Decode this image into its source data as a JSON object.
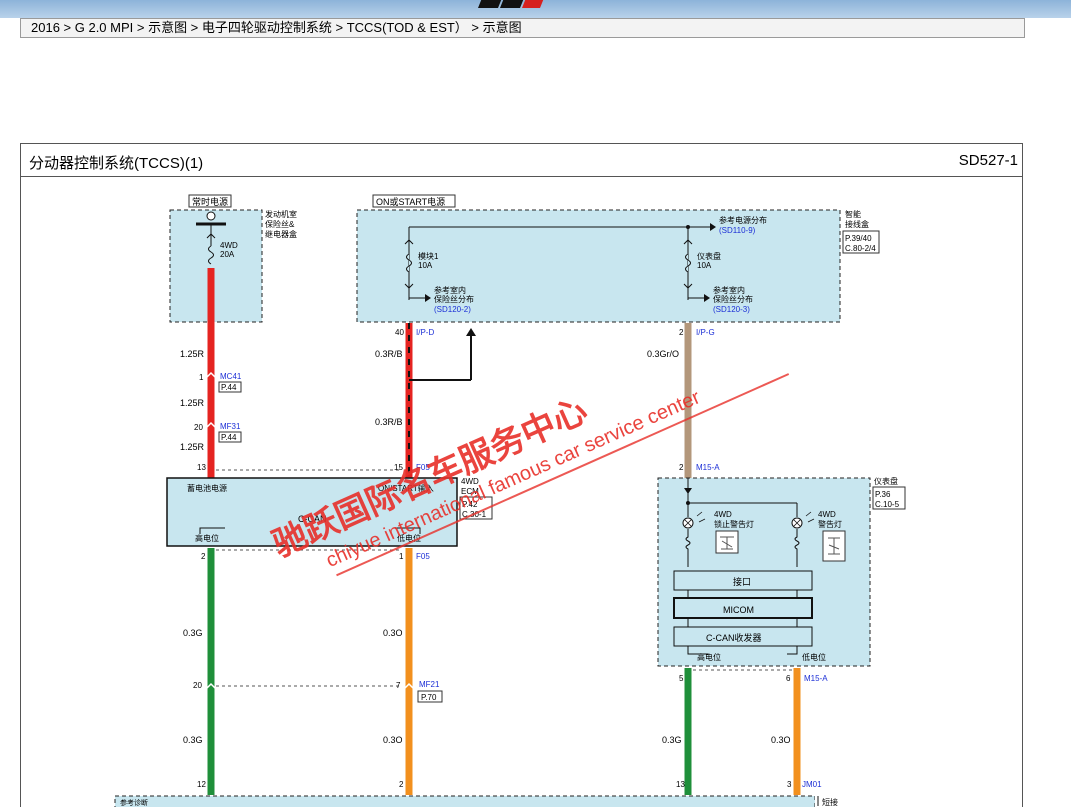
{
  "breadcrumb": "2016 > G 2.0 MPI > 示意图 > 电子四轮驱动控制系统 > TCCS(TOD & EST） > 示意图",
  "diagram": {
    "title": "分动器控制系统(TCCS)(1)",
    "code": "SD527-1",
    "power_always_label": "常时电源",
    "power_on_label": "ON或START电源",
    "engine_box_label": "发动机室\n保险丝&\n继电器盒",
    "fuse_4wd": {
      "name": "4WD",
      "rating": "20A"
    },
    "smart_junction": {
      "label": "智能\n接线盒",
      "ref1": "P.39/40",
      "ref2": "C.80-2/4"
    },
    "ref_power_dist": {
      "text": "参考电源分布",
      "ref": "(SD110-9)"
    },
    "fuse_module1": {
      "name": "模块1",
      "rating": "10A"
    },
    "fuse_cluster": {
      "name": "仪表盘",
      "rating": "10A"
    },
    "ref_indoor_left": {
      "text1": "参考室内",
      "text2": "保险丝分布",
      "ref": "(SD120-2)"
    },
    "ref_indoor_right": {
      "text1": "参考室内",
      "text2": "保险丝分布",
      "ref": "(SD120-3)"
    },
    "wires": {
      "w125r_1": "1.25R",
      "w125r_2": "1.25R",
      "w125r_3": "1.25R",
      "w03rb_1": "0.3R/B",
      "w03rb_2": "0.3R/B",
      "w03gro": "0.3Gr/O",
      "w03g_1": "0.3G",
      "w03g_2": "0.3G",
      "w03g_3": "0.3G",
      "w03o_1": "0.3O",
      "w03o_2": "0.3O",
      "w03o_3": "0.3O"
    },
    "connectors": {
      "mc41": {
        "pin": "1",
        "name": "MC41",
        "page": "P.44"
      },
      "mf31": {
        "pin": "20",
        "name": "MF31",
        "page": "P.44"
      },
      "ipd": {
        "pin": "40",
        "name": "I/P-D"
      },
      "ipg": {
        "pin": "2",
        "name": "I/P-G"
      },
      "m15a_top": {
        "pin": "2",
        "name": "M15-A"
      },
      "f05_top": {
        "pin": "15",
        "name": "F05"
      },
      "pin13_ecm": "13",
      "f05_bottom": {
        "pin": "1",
        "name": "F05"
      },
      "pin2_ecm": "2",
      "mf21": {
        "pin_left": "20",
        "pin_right": "7",
        "name": "MF21",
        "page": "P.70"
      },
      "m15a_bottom": {
        "pin_left": "5",
        "pin_right": "6",
        "name": "M15-A"
      },
      "jm01": {
        "pin": "3",
        "name": "JM01"
      },
      "bottom_pins": {
        "p12": "12",
        "p2": "2",
        "p13": "13"
      }
    },
    "ecm": {
      "label_battery": "蓄电池电源",
      "label_onstart": "ON/START输入",
      "name": "4WD\nECM",
      "ref1": "P.42",
      "ref2": "C.30-1",
      "bus": "C-CAN",
      "high": "高电位",
      "low": "低电位"
    },
    "cluster": {
      "label": "仪表盘",
      "ref1": "P.36",
      "ref2": "C.10-5",
      "lamp_lock": "4WD\n锁止警告灯",
      "lamp_warn": "4WD\n警告灯",
      "interface": "接口",
      "micom": "MICOM",
      "transceiver": "C-CAN收发器",
      "high": "高电位",
      "low": "低电位"
    },
    "bottom_left_label": "参考诊断",
    "bottom_right_label": "短接",
    "watermark": {
      "cn": "驰跃国际名车服务中心",
      "en": "chiyue international famous car service center"
    },
    "colors": {
      "red": "#e52421",
      "green": "#1f8f3a",
      "orange": "#f2901e",
      "tan": "#b3977b",
      "box": "#c8e6ef",
      "blue_text": "#1c2fd6"
    }
  }
}
